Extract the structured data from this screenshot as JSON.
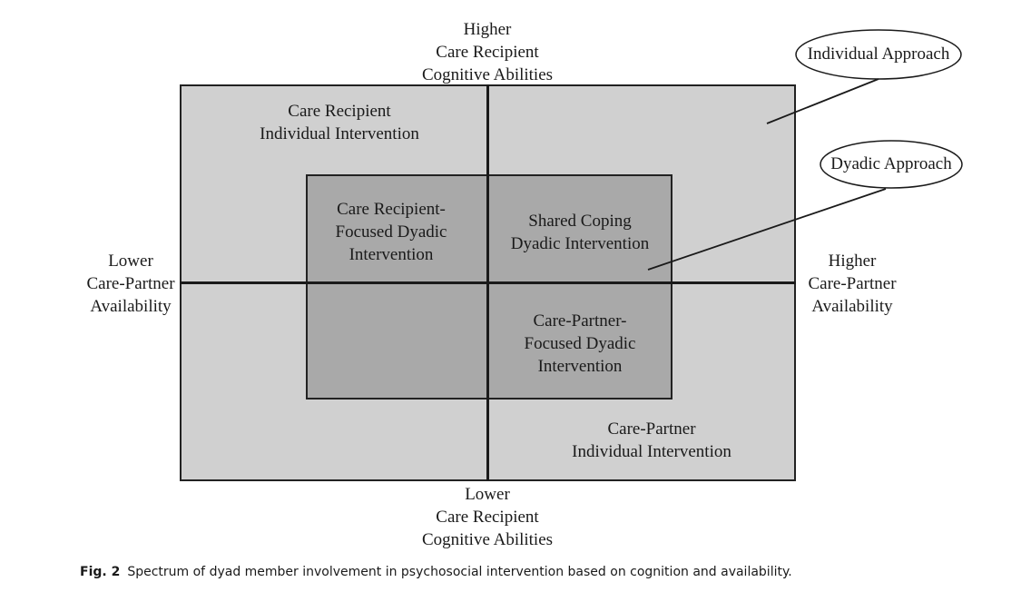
{
  "diagram": {
    "top_axis": [
      "Higher",
      "Care Recipient",
      "Cognitive Abilities"
    ],
    "bottom_axis": [
      "Lower",
      "Care Recipient",
      "Cognitive Abilities"
    ],
    "left_axis": [
      "Lower",
      "Care-Partner",
      "Availability"
    ],
    "right_axis": [
      "Higher",
      "Care-Partner",
      "Availability"
    ],
    "quadrants": {
      "top_left": [
        "Care Recipient",
        "Individual Intervention"
      ],
      "bottom_right": [
        "Care-Partner",
        "Individual Intervention"
      ]
    },
    "inner": {
      "top_left": [
        "Care Recipient-",
        "Focused Dyadic",
        "Intervention"
      ],
      "top_right": [
        "Shared Coping",
        "Dyadic Intervention"
      ],
      "bottom_right": [
        "Care-Partner-",
        "Focused Dyadic",
        "Intervention"
      ]
    },
    "callouts": {
      "individual": "Individual Approach",
      "dyadic": "Dyadic Approach"
    },
    "colors": {
      "outer_fill": "#d0d0d0",
      "inner_fill": "#a9a9a9",
      "stroke": "#1a1a1a"
    }
  },
  "caption": {
    "label": "Fig. 2",
    "text": "Spectrum of dyad member involvement in psychosocial intervention based on cognition and availability."
  }
}
